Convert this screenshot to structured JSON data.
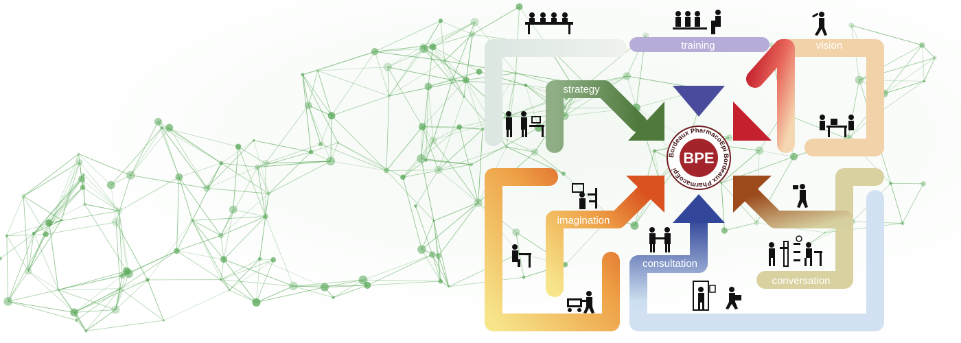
{
  "logo": {
    "initials": "BPE",
    "ring_text": "Bordeaux PharmacoEpi Bordeaux PharmacoEpi"
  },
  "labels": {
    "strategy": "strategy",
    "training": "training",
    "vision": "vision",
    "imagination": "imagination",
    "consultation": "consultation",
    "conversation": "conversation"
  },
  "colors": {
    "strategy": "#5e8a4a",
    "strategy_light": "#d9e4de",
    "training": "#7d6fb4",
    "training_light": "#b6acd8",
    "vision": "#c42a32",
    "vision_light": "#f0cfa6",
    "imagination": "#e36a27",
    "imagination_light": "#f6e28a",
    "consultation": "#3b57a3",
    "consultation_light": "#c9daee",
    "conversation": "#a85a25",
    "conversation_light": "#d8cf9a",
    "logo_red": "#a3242a",
    "network_green": "#5aa85a"
  },
  "icons": [
    "meeting-table-icon",
    "seminar-icon",
    "thinking-person-icon",
    "office-desk-icon",
    "computer-workstation-icon",
    "lab-scientist-icon",
    "reading-desk-icon",
    "handshake-icon",
    "library-icon",
    "cart-icon",
    "door-entry-icon",
    "two-desks-icon"
  ]
}
